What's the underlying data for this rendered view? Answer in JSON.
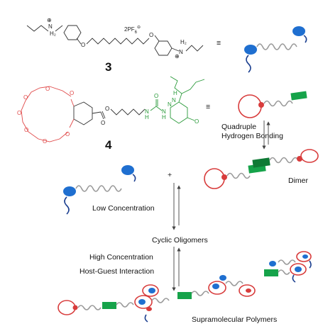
{
  "compounds": {
    "c3": {
      "number": "3",
      "counterion": "2PF",
      "pf_sub": "6",
      "pf_charge": "⊖",
      "n_label": "N",
      "h2": "H₂",
      "plus": "⊕"
    },
    "c4": {
      "number": "4",
      "o": "O",
      "n": "N",
      "h": "H"
    }
  },
  "equiv_symbol": "≡",
  "labels": {
    "hbond_line1": "Quadruple",
    "hbond_line2": "Hydrogen Bonding",
    "dimer": "Dimer",
    "plus": "+",
    "low_conc": "Low Concentration",
    "cyclic": "Cyclic Oligomers",
    "high_conc": "High Concentration",
    "host_guest": "Host-Guest Interaction",
    "supramolecular": "Supramolecular Polymers"
  },
  "colors": {
    "ammonium_blue": "#1f6fd0",
    "crown_red": "#d83c3c",
    "upy_green": "#16a34a",
    "chain_gray": "#9a9a9a"
  }
}
